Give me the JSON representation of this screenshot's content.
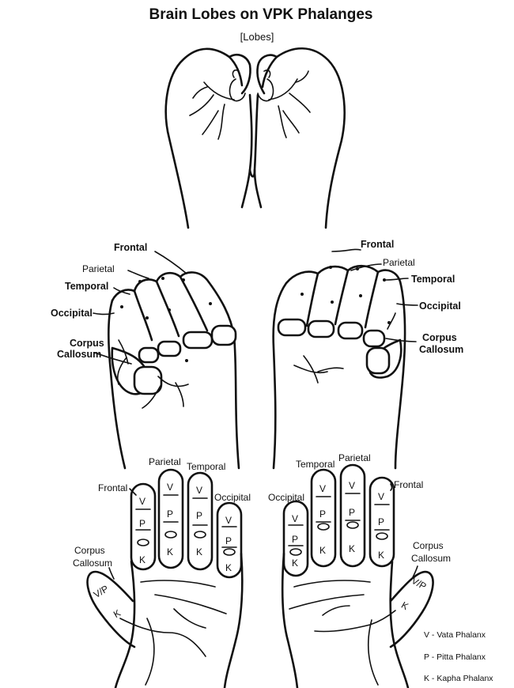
{
  "title": "Brain Lobes on VPK Phalanges",
  "subtitle": "[Lobes]",
  "fists": {
    "left": {
      "frontal": "Frontal",
      "parietal": "Parietal",
      "temporal": "Temporal",
      "occipital": "Occipital",
      "corpus_line1": "Corpus",
      "corpus_line2": "Callosum"
    },
    "right": {
      "frontal": "Frontal",
      "parietal": "Parietal",
      "temporal": "Temporal",
      "occipital": "Occipital",
      "corpus_line1": "Corpus",
      "corpus_line2": "Callosum"
    }
  },
  "palms": {
    "left": {
      "frontal": "Frontal",
      "parietal": "Parietal",
      "temporal": "Temporal",
      "occipital": "Occipital",
      "corpus_line1": "Corpus",
      "corpus_line2": "Callosum"
    },
    "right": {
      "frontal": "Frontal",
      "parietal": "Parietal",
      "temporal": "Temporal",
      "occipital": "Occipital",
      "corpus_line1": "Corpus",
      "corpus_line2": "Callosum"
    }
  },
  "phalanx_letters": {
    "v": "V",
    "p": "P",
    "k": "K",
    "thumb_top": "V/P",
    "thumb_bottom": "K"
  },
  "legend": [
    "V - Vata Phalanx",
    "P - Pitta Phalanx",
    "K - Kapha Phalanx"
  ]
}
